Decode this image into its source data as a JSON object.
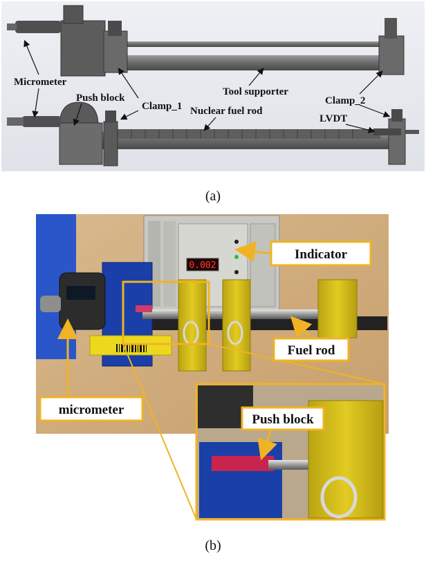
{
  "panel_a": {
    "labels": {
      "micrometer": "Micrometer",
      "push_block": "Push block",
      "clamp_1": "Clamp_1",
      "tool_supporter": "Tool supporter",
      "clamp_2": "Clamp_2",
      "nuclear_fuel_rod": "Nuclear fuel rod",
      "lvdt": "LVDT"
    },
    "caption": "(a)"
  },
  "panel_b": {
    "callouts": {
      "indicator": "Indicator",
      "fuel_rod": "Fuel rod",
      "micrometer": "micrometer",
      "push_block": "Push block"
    },
    "display_reading": "0.002",
    "caption": "(b)"
  },
  "colors": {
    "callout_border": "#f0b323",
    "clamp_yellow": "#d9c21a",
    "fixture_blue": "#1a3fa8",
    "cad_gray": "#7b7b7b"
  }
}
